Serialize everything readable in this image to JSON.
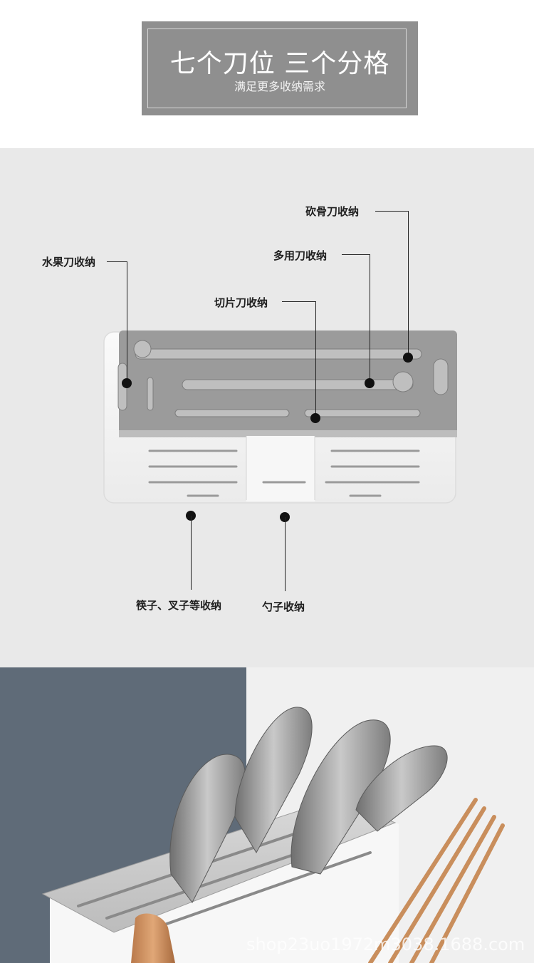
{
  "header": {
    "title": "七个刀位 三个分格",
    "subtitle": "满足更多收纳需求"
  },
  "diagram": {
    "labels": {
      "bone_knife": "砍骨刀收纳",
      "utility_knife": "多用刀收纳",
      "fruit_knife": "水果刀收纳",
      "slicing_knife": "切片刀收纳",
      "chopsticks": "筷子、叉子等收纳",
      "spoon": "勺子收纳"
    }
  },
  "photo": {
    "watermark": "shop23uo1972m3038.1688.com"
  },
  "colors": {
    "banner": "#8f8f8f",
    "section_bg": "#e9e9e9",
    "tray_gray": "#9b9b9b",
    "body_white": "#f4f4f4",
    "backdrop_blue": "#5f6b78"
  }
}
